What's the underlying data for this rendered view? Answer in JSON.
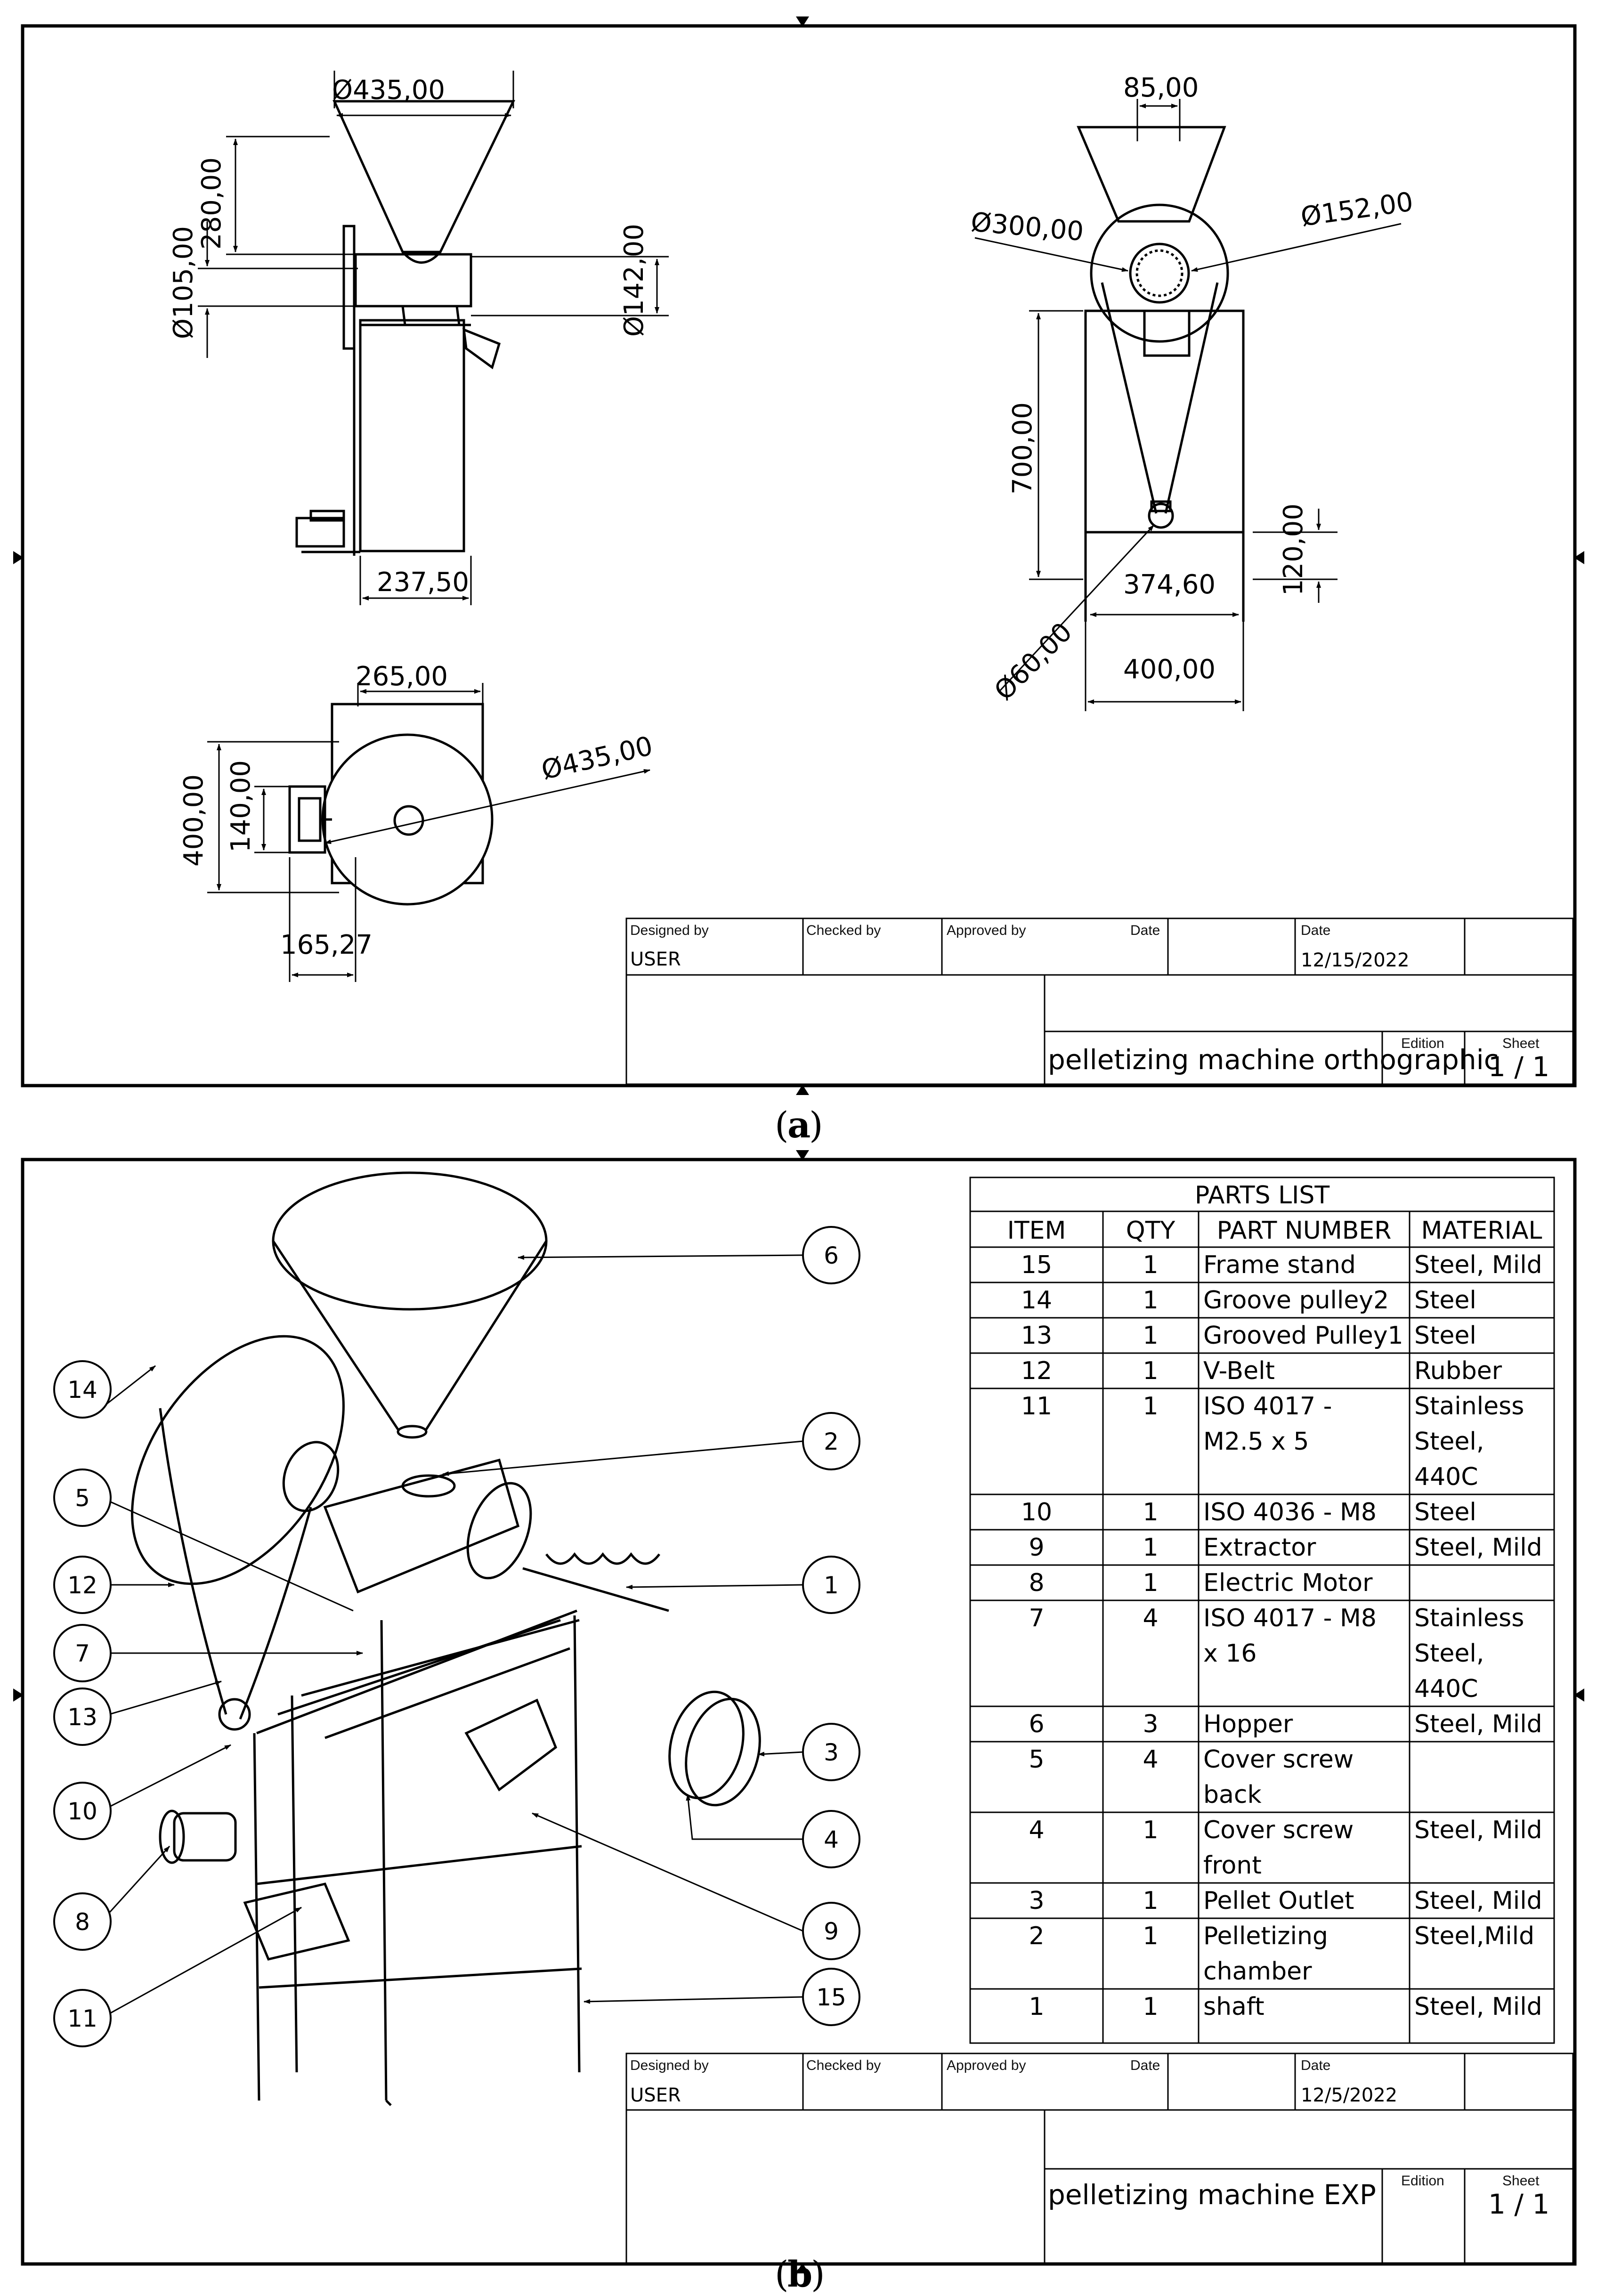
{
  "panel_a": {
    "caption_open": "(",
    "caption_letter": "a",
    "caption_close": ")",
    "dims": {
      "d_hopper_top": "Ø435,00",
      "h_280": "280,00",
      "d_105": "Ø105,00",
      "d_142": "Ø142,00",
      "w_237": "237,50",
      "w_85": "85,00",
      "d_300": "Ø300,00",
      "d_152": "Ø152,00",
      "h_700": "700,00",
      "h_120": "120,00",
      "w_374": "374,60",
      "d_60": "Ø60,00",
      "w_400": "400,00",
      "w_265": "265,00",
      "d_435b": "Ø435,00",
      "h_400": "400,00",
      "h_140": "140,00",
      "w_165": "165,27"
    },
    "title_block": {
      "designed_by_label": "Designed by",
      "designed_by": "USER",
      "checked_by_label": "Checked by",
      "approved_by_label": "Approved by",
      "date_label": "Date",
      "date2_label": "Date",
      "date_value": "12/15/2022",
      "title": "pelletizing machine orthographic",
      "edition_label": "Edition",
      "sheet_label": "Sheet",
      "sheet_value": "1 / 1"
    }
  },
  "panel_b": {
    "caption_open": "(",
    "caption_letter": "b",
    "caption_close": ")",
    "parts_list": {
      "title": "PARTS LIST",
      "headers": [
        "ITEM",
        "QTY",
        "PART NUMBER",
        "MATERIAL"
      ],
      "rows": [
        {
          "item": "15",
          "qty": "1",
          "part": [
            "Frame stand"
          ],
          "material": [
            "Steel, Mild"
          ]
        },
        {
          "item": "14",
          "qty": "1",
          "part": [
            "Groove pulley2"
          ],
          "material": [
            "Steel"
          ]
        },
        {
          "item": "13",
          "qty": "1",
          "part": [
            "Grooved Pulley1"
          ],
          "material": [
            "Steel"
          ]
        },
        {
          "item": "12",
          "qty": "1",
          "part": [
            "V-Belt"
          ],
          "material": [
            "Rubber"
          ]
        },
        {
          "item": "11",
          "qty": "1",
          "part": [
            "ISO 4017 -",
            "M2.5 x 5"
          ],
          "material": [
            "Stainless",
            "Steel,",
            "440C"
          ]
        },
        {
          "item": "10",
          "qty": "1",
          "part": [
            "ISO 4036 - M8"
          ],
          "material": [
            "Steel"
          ]
        },
        {
          "item": "9",
          "qty": "1",
          "part": [
            "Extractor"
          ],
          "material": [
            "Steel, Mild"
          ]
        },
        {
          "item": "8",
          "qty": "1",
          "part": [
            "Electric Motor"
          ],
          "material": [
            ""
          ]
        },
        {
          "item": "7",
          "qty": "4",
          "part": [
            "ISO 4017 - M8",
            "x 16"
          ],
          "material": [
            "Stainless",
            "Steel,",
            "440C"
          ]
        },
        {
          "item": "6",
          "qty": "3",
          "part": [
            "Hopper"
          ],
          "material": [
            "Steel, Mild"
          ]
        },
        {
          "item": "5",
          "qty": "4",
          "part": [
            "Cover screw",
            "back"
          ],
          "material": [
            ""
          ]
        },
        {
          "item": "4",
          "qty": "1",
          "part": [
            "Cover screw",
            "front"
          ],
          "material": [
            "Steel, Mild"
          ]
        },
        {
          "item": "3",
          "qty": "1",
          "part": [
            "Pellet Outlet"
          ],
          "material": [
            "Steel, Mild"
          ]
        },
        {
          "item": "2",
          "qty": "1",
          "part": [
            "Pelletizing",
            "chamber"
          ],
          "material": [
            "Steel,Mild"
          ]
        },
        {
          "item": "1",
          "qty": "1",
          "part": [
            "shaft"
          ],
          "material": [
            "Steel, Mild"
          ]
        }
      ]
    },
    "balloons": [
      "6",
      "14",
      "2",
      "5",
      "12",
      "1",
      "7",
      "13",
      "3",
      "10",
      "4",
      "8",
      "9",
      "11",
      "15"
    ],
    "title_block": {
      "designed_by_label": "Designed by",
      "designed_by": "USER",
      "checked_by_label": "Checked by",
      "approved_by_label": "Approved by",
      "date_label": "Date",
      "date2_label": "Date",
      "date_value": "12/5/2022",
      "title": "pelletizing machine EXP",
      "edition_label": "Edition",
      "sheet_label": "Sheet",
      "sheet_value": "1 / 1"
    }
  }
}
